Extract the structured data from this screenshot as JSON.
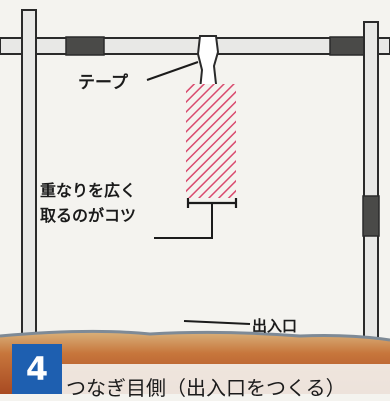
{
  "labels": {
    "tape": "テープ",
    "overlap_line1": "重なりを広く",
    "overlap_line2": "取るのがコツ",
    "entrance": "出入口"
  },
  "step": {
    "number": "4",
    "title": "つなぎ目側（出入口をつくる）"
  },
  "colors": {
    "pole_light": "#e8e8e6",
    "pole_dark": "#4a4a48",
    "overlap_hatch": "#d94a6e",
    "step_badge": "#1e5fb0",
    "ground": "#b85a2a"
  }
}
